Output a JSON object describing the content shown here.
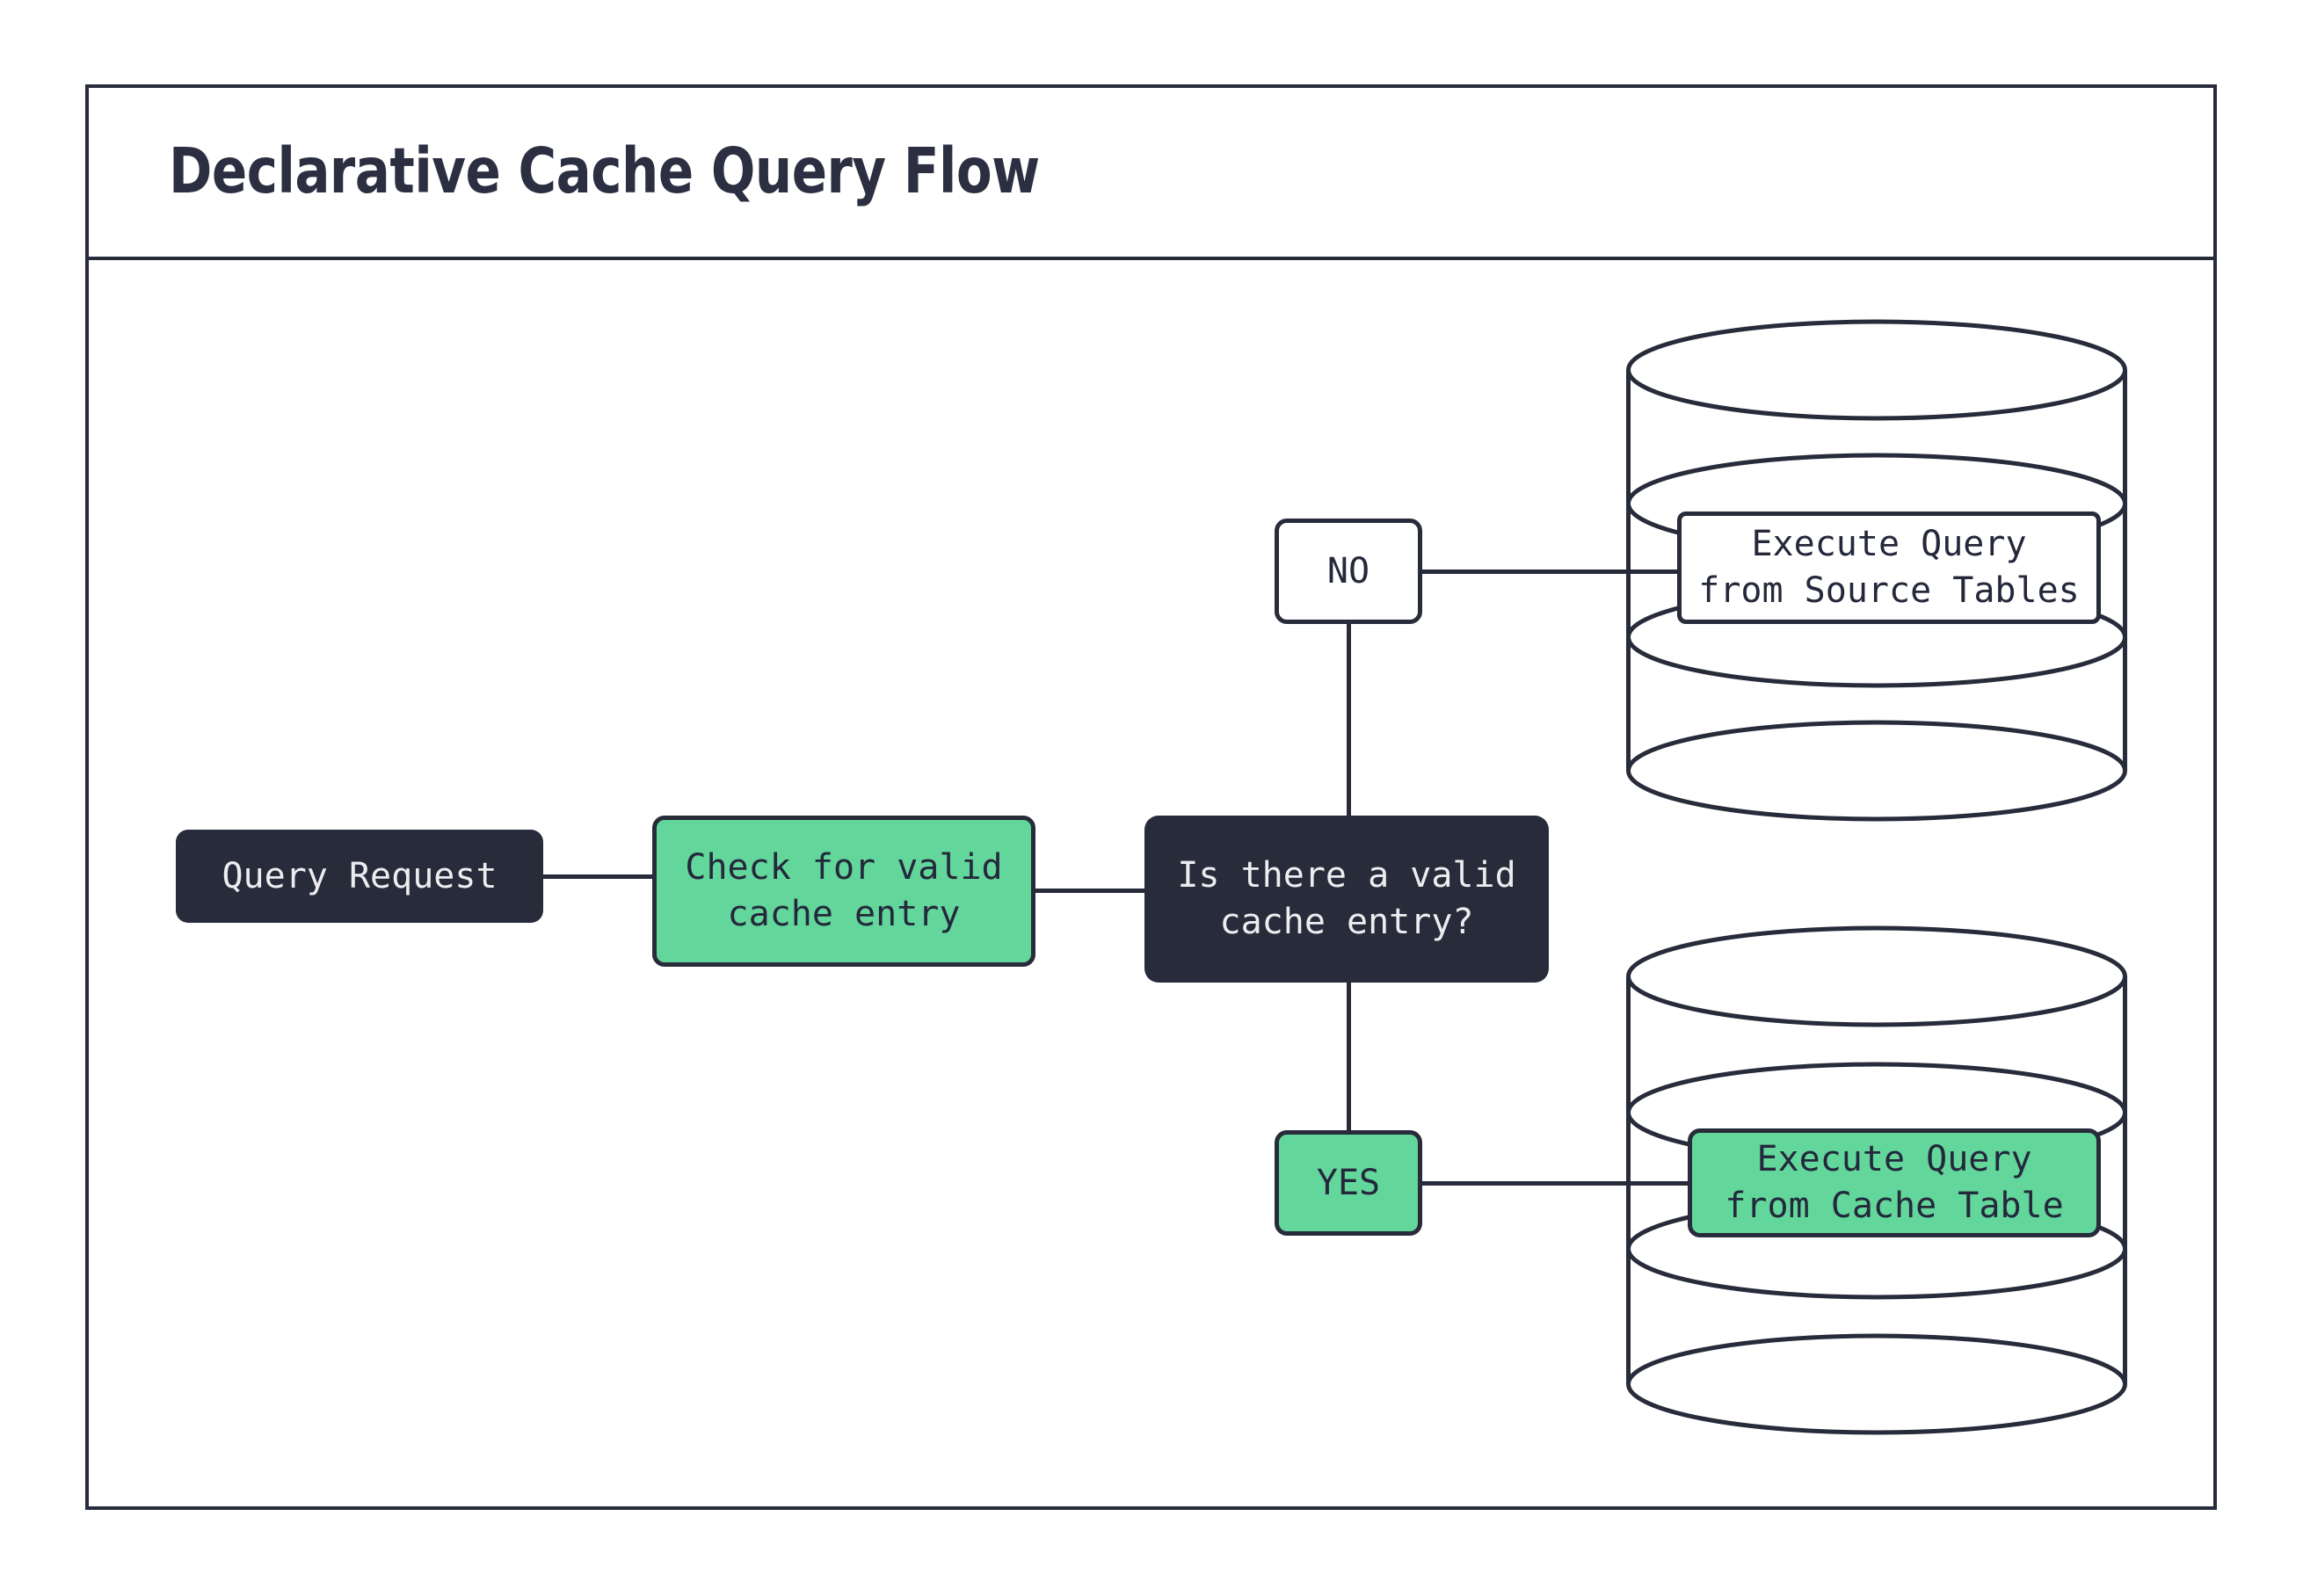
{
  "diagram": {
    "title": "Declarative Cache Query Flow",
    "accent_green": "#63D69C",
    "dark": "#272B3A",
    "white": "#FFFFFF",
    "nodes": {
      "query_request": "Query Request",
      "check_cache": "Check for valid\ncache entry",
      "decision": "Is there a valid\ncache entry?",
      "branch_no": "NO",
      "branch_yes": "YES",
      "execute_source": "Execute Query\nfrom Source Tables",
      "execute_cache": "Execute Query\nfrom Cache Table"
    },
    "database_icons": {
      "source_tables": "database-cylinder-icon",
      "cache_table": "database-cylinder-icon"
    }
  }
}
